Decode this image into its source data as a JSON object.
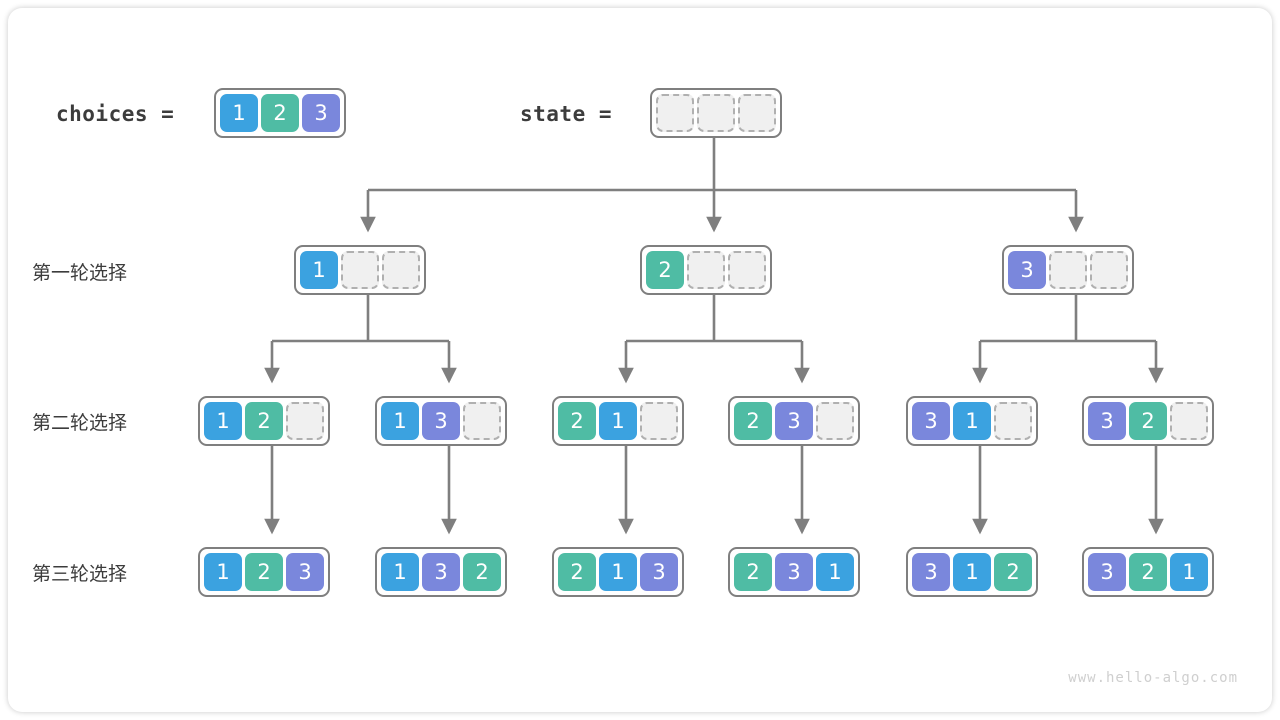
{
  "watermark": "www.hello-algo.com",
  "palette": {
    "value_1": "#3ba2e0",
    "value_2": "#4fbca4",
    "value_3": "#7a87dc",
    "empty_cell_fill": "#f0f0f0",
    "empty_cell_border": "#b0b0b0",
    "box_border": "#7f7f7f",
    "connector": "#7f7f7f",
    "text": "#3c3c3c",
    "canvas": "#ffffff"
  },
  "header": {
    "choices_label": "choices =",
    "choices_values": [
      "1",
      "2",
      "3"
    ],
    "state_label": "state =",
    "state_values": [
      "",
      "",
      ""
    ]
  },
  "row_labels": [
    {
      "id": "round-1",
      "text": "第一轮选择"
    },
    {
      "id": "round-2",
      "text": "第二轮选择"
    },
    {
      "id": "round-3",
      "text": "第三轮选择"
    }
  ],
  "tree": {
    "root": {
      "values": [
        "",
        "",
        ""
      ]
    },
    "level1": [
      {
        "values": [
          "1",
          "",
          ""
        ]
      },
      {
        "values": [
          "2",
          "",
          ""
        ]
      },
      {
        "values": [
          "3",
          "",
          ""
        ]
      }
    ],
    "level2": [
      {
        "values": [
          "1",
          "2",
          ""
        ]
      },
      {
        "values": [
          "1",
          "3",
          ""
        ]
      },
      {
        "values": [
          "2",
          "1",
          ""
        ]
      },
      {
        "values": [
          "2",
          "3",
          ""
        ]
      },
      {
        "values": [
          "3",
          "1",
          ""
        ]
      },
      {
        "values": [
          "3",
          "2",
          ""
        ]
      }
    ],
    "level3": [
      {
        "values": [
          "1",
          "2",
          "3"
        ]
      },
      {
        "values": [
          "1",
          "3",
          "2"
        ]
      },
      {
        "values": [
          "2",
          "1",
          "3"
        ]
      },
      {
        "values": [
          "2",
          "3",
          "1"
        ]
      },
      {
        "values": [
          "3",
          "1",
          "2"
        ]
      },
      {
        "values": [
          "3",
          "2",
          "1"
        ]
      }
    ]
  }
}
